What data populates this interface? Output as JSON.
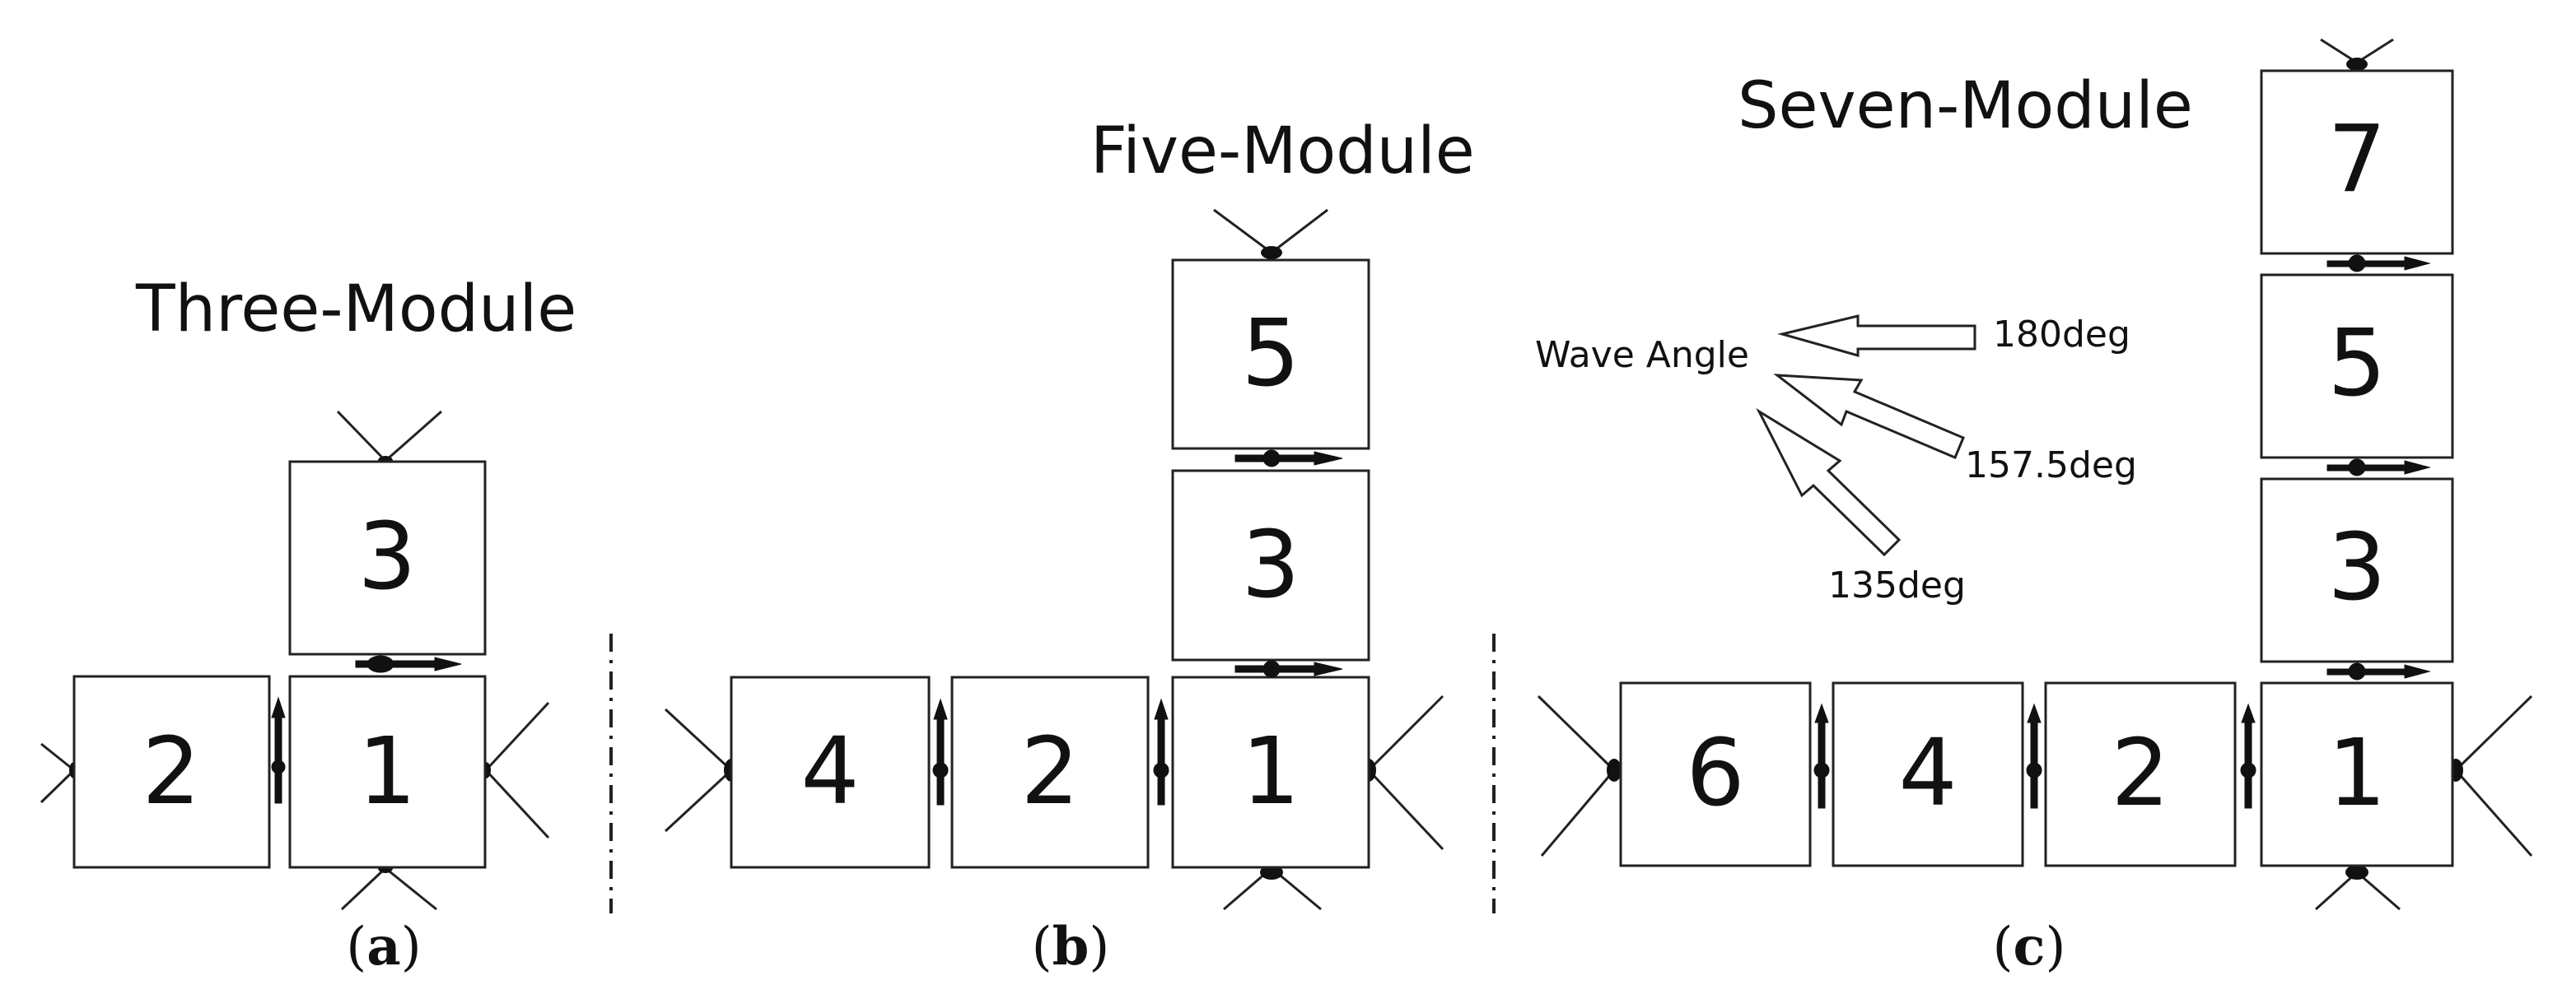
{
  "panels": {
    "a": {
      "title": "Three-Module",
      "caption_open": "(",
      "caption_letter": "a",
      "caption_close": ")",
      "modules": [
        "2",
        "1",
        "3"
      ]
    },
    "b": {
      "title": "Five-Module",
      "caption_open": "(",
      "caption_letter": "b",
      "caption_close": ")",
      "modules": [
        "4",
        "2",
        "1",
        "3",
        "5"
      ]
    },
    "c": {
      "title": "Seven-Module",
      "caption_open": "(",
      "caption_letter": "c",
      "caption_close": ")",
      "modules": [
        "6",
        "4",
        "2",
        "1",
        "3",
        "5",
        "7"
      ]
    }
  },
  "wave": {
    "label": "Wave Angle",
    "angles": [
      "180deg",
      "157.5deg",
      "135deg"
    ]
  },
  "colors": {
    "line": "#222222",
    "fill": "#ffffff",
    "text": "#111111"
  }
}
